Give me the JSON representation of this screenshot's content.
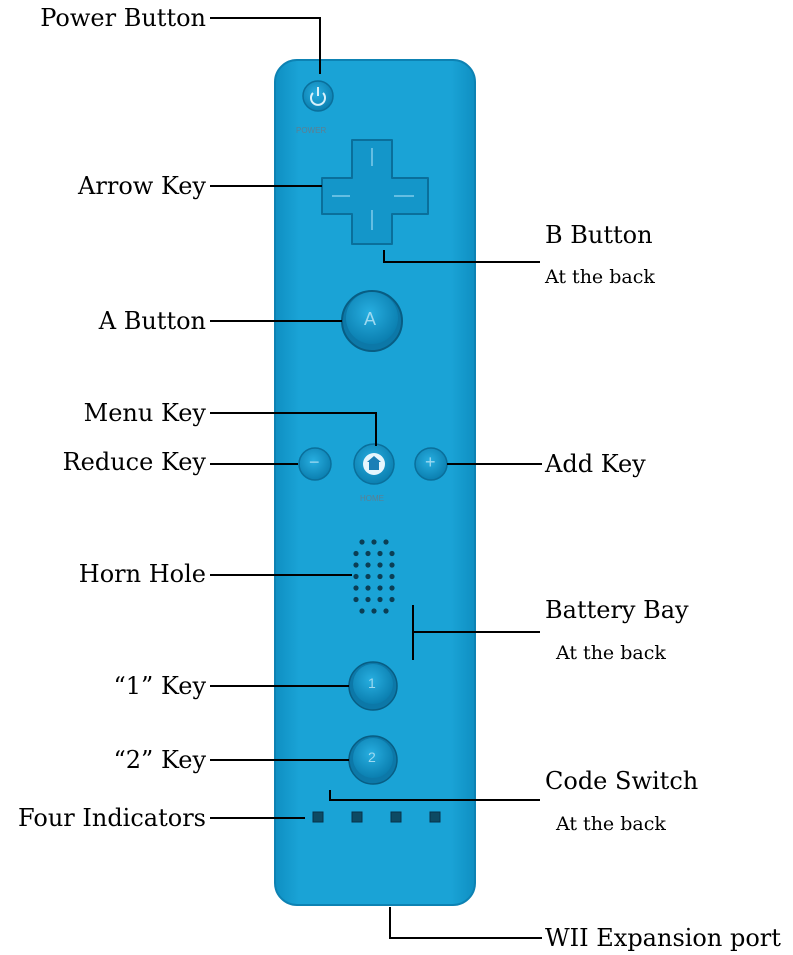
{
  "colors": {
    "remote_body": "#1aa3d6",
    "remote_edge": "#0d82b3",
    "button_dark": "#0b7fb0",
    "line": "#000000"
  },
  "labels": {
    "power_button": "Power Button",
    "arrow_key": "Arrow Key",
    "b_button": "B Button",
    "b_button_note": "At the back",
    "a_button": "A Button",
    "menu_key": "Menu Key",
    "reduce_key": "Reduce Key",
    "add_key": "Add Key",
    "horn_hole": "Horn Hole",
    "battery_bay": "Battery Bay",
    "battery_bay_note": "At the back",
    "key_1": "“1” Key",
    "key_2": "“2” Key",
    "code_switch": "Code Switch",
    "code_switch_note": "At the back",
    "four_indicators": "Four Indicators",
    "expansion_port": "WII Expansion port"
  },
  "remote": {
    "power_text": "POWER",
    "home_text": "HOME",
    "a_glyph": "A",
    "one_glyph": "1",
    "two_glyph": "2",
    "minus_glyph": "−",
    "plus_glyph": "+",
    "indicator_count": 4
  },
  "icons": [
    "power-icon",
    "home-icon",
    "dpad-icon",
    "speaker-grille-icon"
  ]
}
